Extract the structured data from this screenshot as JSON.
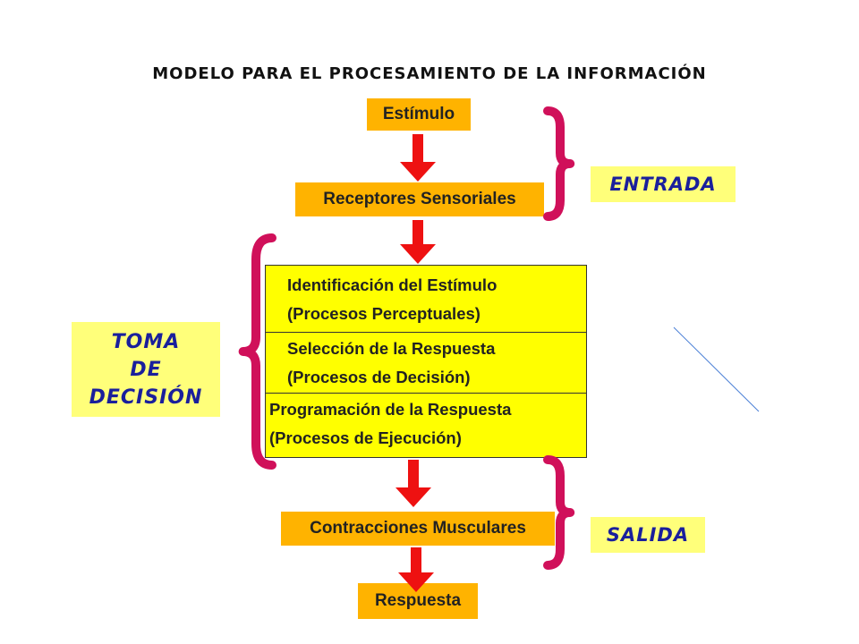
{
  "title": "MODELO PARA EL PROCESAMIENTO DE LA INFORMACIÓN",
  "flow": {
    "stimulus": "Estímulo",
    "receptors": "Receptores Sensoriales",
    "contractions": "Contracciones Musculares",
    "response": "Respuesta"
  },
  "process": [
    {
      "line1": "Identificación del Estímulo",
      "line2": "(Procesos Perceptuales)"
    },
    {
      "line1": "Selección de la Respuesta",
      "line2": "(Procesos de Decisión)"
    },
    {
      "line1": "Programación de la Respuesta",
      "line2": "(Procesos de Ejecución)"
    }
  ],
  "labels": {
    "entrada": "ENTRADA",
    "toma": "TOMA",
    "de": "DE",
    "decision": "DECISIÓN",
    "salida": "SALIDA"
  },
  "colors": {
    "stage_box": "#FFB300",
    "process_box": "#FFFF00",
    "label_box": "#FFFF7A",
    "label_text": "#1A1F9C",
    "arrow": "#EE1111",
    "brace": "#D0105A",
    "stray_line": "#4A7FD6"
  }
}
